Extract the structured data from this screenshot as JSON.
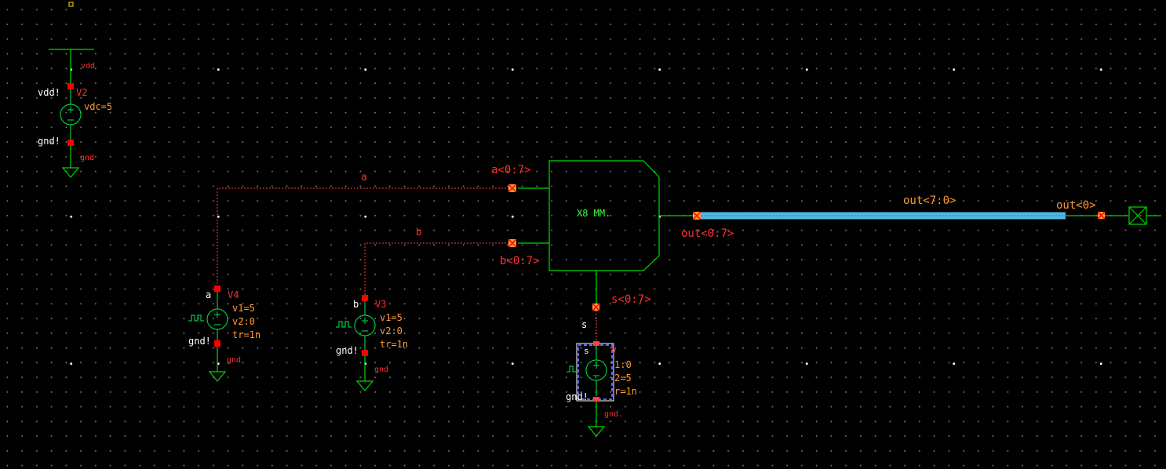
{
  "colors": {
    "background": "#000000",
    "wire": "#00d800",
    "symbol": "#00c840",
    "net_label": "#ff3030",
    "property_label": "#ff9a30",
    "pin_label": "#ffffff",
    "bus": "#4fb8e0",
    "selection": "#6060ff"
  },
  "schematic": {
    "vdd_source": {
      "supply_net": "vdd",
      "instance": "V2",
      "plus_term": "vdd!",
      "minus_term": "gnd!",
      "property": "vdc=5",
      "ground_net": "gnd"
    },
    "block": {
      "label": "X8 MM.",
      "pin_a": "a<0:7>",
      "pin_b": "b<0:7>",
      "pin_out": "out<0:7>",
      "pin_s": "s<0:7>"
    },
    "nets": {
      "a": "a",
      "b": "b",
      "s": "s",
      "out_bus": "out<7:0>",
      "out_bit": "out<0>"
    },
    "source_v4": {
      "instance": "V4",
      "net": "a",
      "minus_term": "gnd!",
      "v1": "v1=5",
      "v2": "v2:0",
      "tr": "tr=1n",
      "ground_net": "gnd"
    },
    "source_v3": {
      "instance": "V3",
      "net": "b",
      "minus_term": "gnd!",
      "v1": "v1=5",
      "v2": "v2:0",
      "tr": "tr=1n",
      "ground_net": "gnd"
    },
    "source_s": {
      "instance": "V",
      "net": "s",
      "minus_term": "gnd!",
      "v1": "1:0",
      "v2": "2=5",
      "tr": "r=1n",
      "ground_net": "gnd."
    }
  }
}
